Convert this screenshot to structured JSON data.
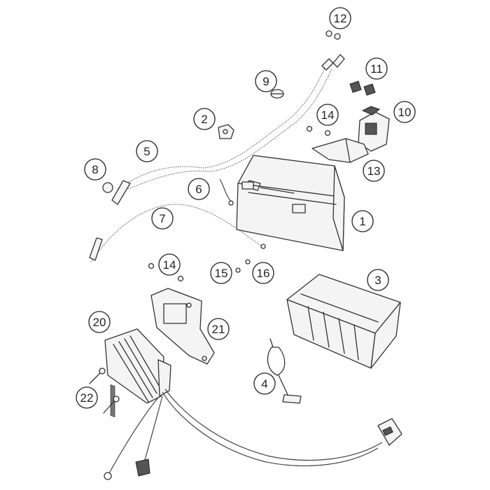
{
  "callouts": [
    {
      "id": "1",
      "label": "1"
    },
    {
      "id": "2",
      "label": "2"
    },
    {
      "id": "3",
      "label": "3"
    },
    {
      "id": "4",
      "label": "4"
    },
    {
      "id": "5",
      "label": "5"
    },
    {
      "id": "6",
      "label": "6"
    },
    {
      "id": "7",
      "label": "7"
    },
    {
      "id": "8",
      "label": "8"
    },
    {
      "id": "9",
      "label": "9"
    },
    {
      "id": "10",
      "label": "10"
    },
    {
      "id": "11",
      "label": "11"
    },
    {
      "id": "12",
      "label": "12"
    },
    {
      "id": "13",
      "label": "13"
    },
    {
      "id": "14a",
      "label": "14"
    },
    {
      "id": "14b",
      "label": "14"
    },
    {
      "id": "15",
      "label": "15"
    },
    {
      "id": "16",
      "label": "16"
    },
    {
      "id": "20",
      "label": "20"
    },
    {
      "id": "21",
      "label": "21"
    },
    {
      "id": "22",
      "label": "22"
    }
  ]
}
